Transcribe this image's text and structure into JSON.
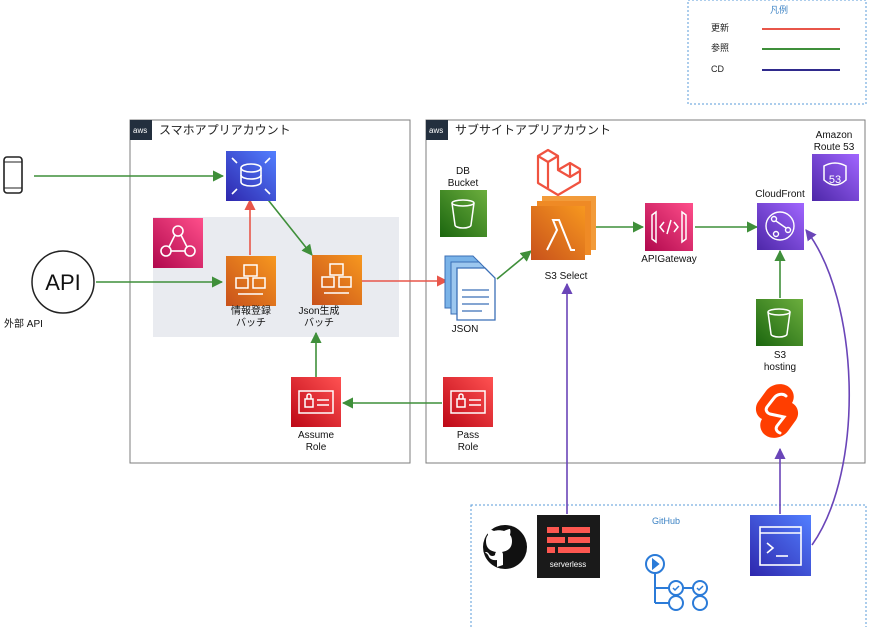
{
  "legend": {
    "title": "凡例",
    "items": [
      {
        "label": "更新",
        "color": "#e8564a"
      },
      {
        "label": "参照",
        "color": "#3f8f3a"
      },
      {
        "label": "CD",
        "color": "#2f2a8c"
      }
    ]
  },
  "accounts": {
    "left_title": "スマホアプリアカウント",
    "right_title": "サブサイトアプリアカウント",
    "aws_badge": "aws"
  },
  "labels": {
    "external_api": "外部 API",
    "api": "API",
    "info_batch_1": "情報登録",
    "info_batch_2": "バッチ",
    "json_batch_1": "Json生成",
    "json_batch_2": "バッチ",
    "assume_1": "Assume",
    "assume_2": "Role",
    "pass_1": "Pass",
    "pass_2": "Role",
    "db_1": "DB",
    "db_2": "Bucket",
    "json": "JSON",
    "s3select": "S3 Select",
    "apigw": "APIGateway",
    "cloudfront": "CloudFront",
    "route53_1": "Amazon",
    "route53_2": "Route 53",
    "route53_badge": "53",
    "s3host_1": "S3",
    "s3host_2": "hosting",
    "github": "GitHub",
    "serverless": "serverless"
  },
  "colors": {
    "update": "#e8564a",
    "reference": "#3f8f3a",
    "cd": "#6a45b8",
    "compute_orange": "#e8701a",
    "security_red": "#d6242f",
    "storage_green": "#3b8f2a",
    "network_purple": "#6b3fd1",
    "integration_pink": "#d6246d",
    "db_blue": "#3d4fd6",
    "aws_dark": "#232f3e"
  },
  "icons": [
    "smartphone-icon",
    "api-circle-icon",
    "event-bridge-icon",
    "database-icon",
    "batch-icon",
    "role-icon",
    "bucket-icon",
    "document-icon",
    "lambda-icon",
    "laravel-icon",
    "api-gateway-icon",
    "cloudfront-icon",
    "route53-icon",
    "svelte-icon",
    "github-icon",
    "serverless-icon",
    "github-actions-icon",
    "terminal-icon"
  ]
}
